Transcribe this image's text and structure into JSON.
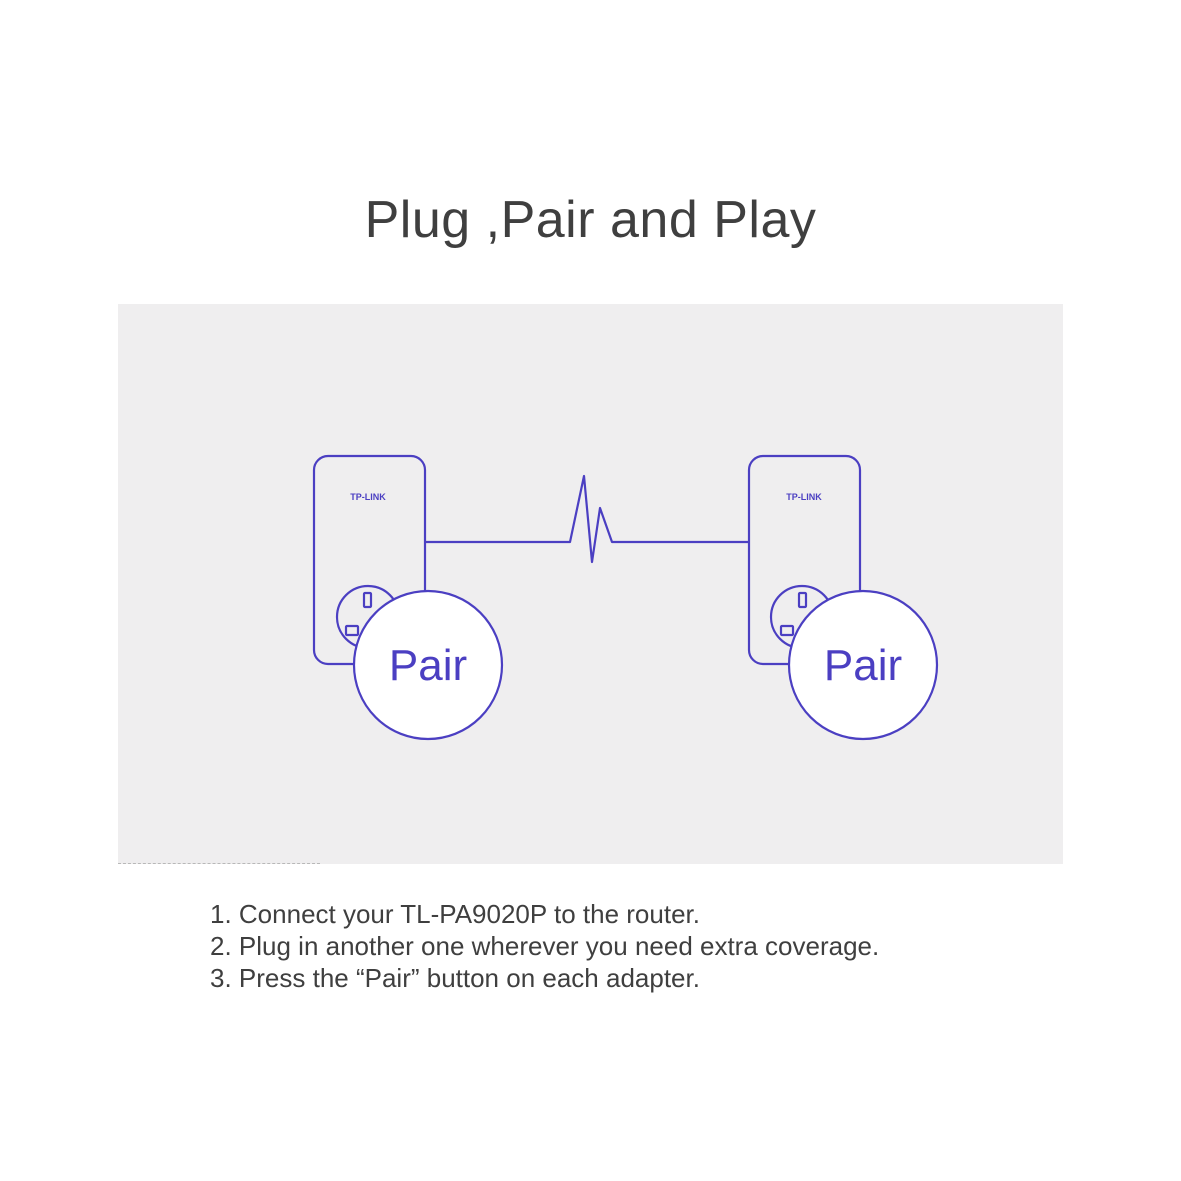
{
  "title": "Plug ,Pair and Play",
  "diagram": {
    "line_color": "#4b3fc2",
    "panel_color": "#efeeef",
    "adapters": [
      {
        "brand": "TP-LINK",
        "button_label": "Pair"
      },
      {
        "brand": "TP-LINK",
        "button_label": "Pair"
      }
    ]
  },
  "steps": [
    "1. Connect your TL-PA9020P to the router.",
    "2. Plug in another one wherever you need extra coverage.",
    "3. Press the “Pair” button on each adapter."
  ]
}
